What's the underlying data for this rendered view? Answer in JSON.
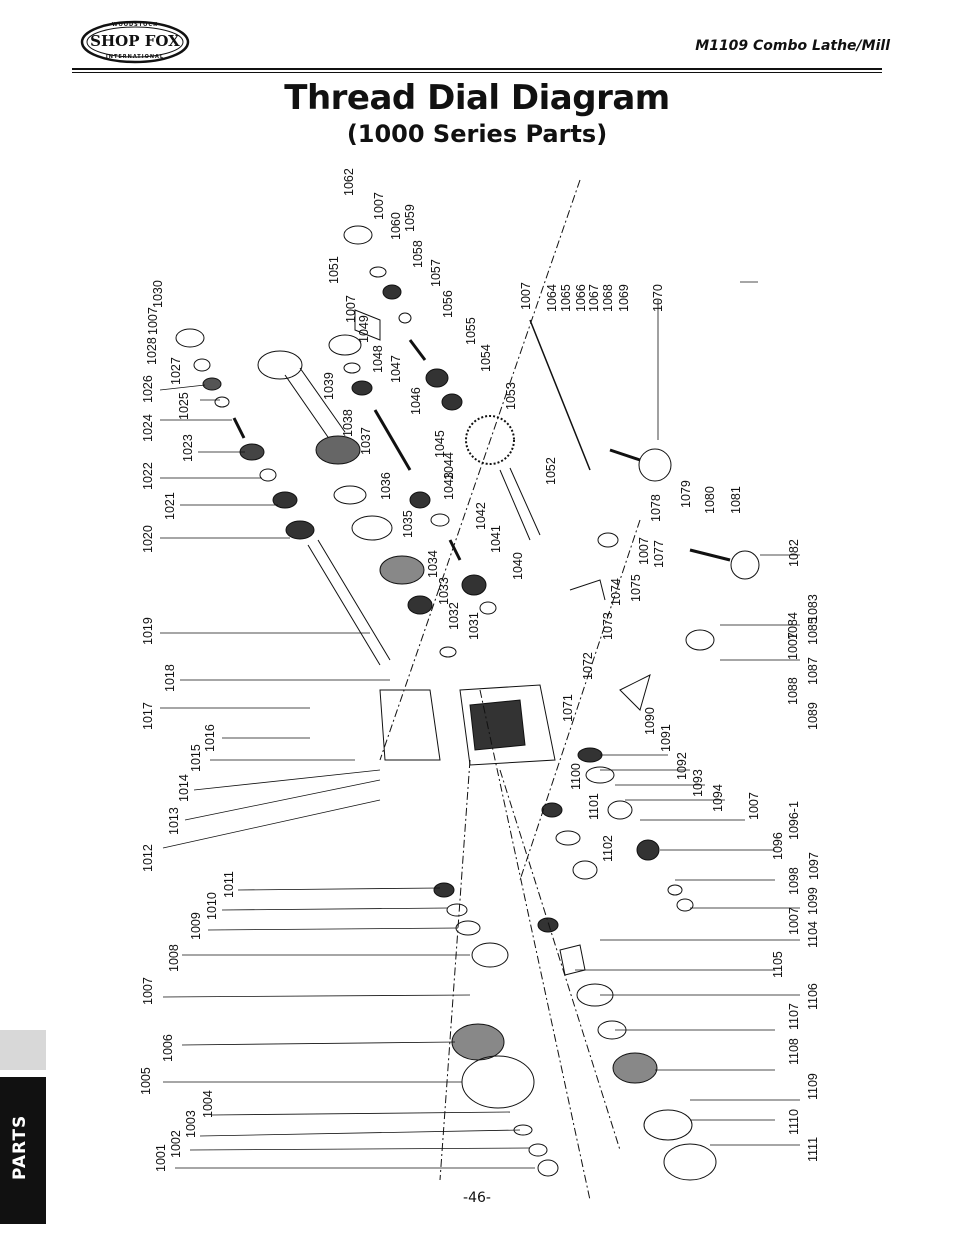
{
  "header": {
    "logo_top": "WOODSTOCK",
    "logo_text": "SHOP FOX",
    "logo_bottom": "INTERNATIONAL",
    "model": "M1109 Combo Lathe/Mill"
  },
  "title": "Thread Dial Diagram",
  "subtitle": "(1000 Series Parts)",
  "side_tab": "PARTS",
  "page_number": "-46-",
  "part_labels": [
    "1001",
    "1002",
    "1003",
    "1004",
    "1005",
    "1006",
    "1007",
    "1008",
    "1009",
    "1010",
    "1011",
    "1012",
    "1013",
    "1014",
    "1015",
    "1016",
    "1017",
    "1018",
    "1019",
    "1020",
    "1021",
    "1022",
    "1023",
    "1024",
    "1025",
    "1026",
    "1027",
    "1028",
    "1007",
    "1030",
    "1031",
    "1032",
    "1033",
    "1034",
    "1035",
    "1036",
    "1037",
    "1038",
    "1039",
    "1040",
    "1041",
    "1042",
    "1043",
    "1044",
    "1045",
    "1046",
    "1047",
    "1048",
    "1049",
    "1007",
    "1051",
    "1052",
    "1053",
    "1054",
    "1055",
    "1056",
    "1057",
    "1058",
    "1059",
    "1060",
    "1007",
    "1062",
    "1007",
    "1064",
    "1065",
    "1066",
    "1067",
    "1068",
    "1069",
    "1070",
    "1071",
    "1072",
    "1073",
    "1074",
    "1075",
    "1007",
    "1077",
    "1078",
    "1079",
    "1080",
    "1081",
    "1082",
    "1083",
    "1084",
    "1085",
    "1007",
    "1087",
    "1088",
    "1089",
    "1090",
    "1091",
    "1092",
    "1093",
    "1094",
    "1007",
    "1096",
    "1096-1",
    "1097",
    "1098",
    "1099",
    "1007",
    "1100",
    "1101",
    "1102",
    "1104",
    "1105",
    "1106",
    "1107",
    "1108",
    "1109",
    "1110",
    "1111"
  ],
  "colors": {
    "ink": "#111111",
    "tab": "#111111",
    "paper": "#ffffff"
  }
}
